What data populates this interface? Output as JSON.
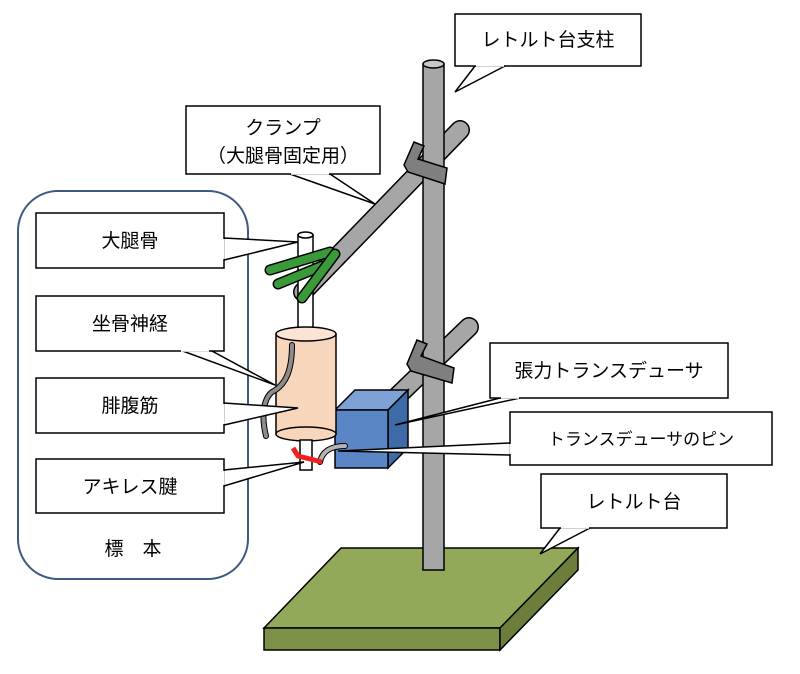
{
  "labels": {
    "stand_pole": "レトルト台支柱",
    "clamp_line1": "クランプ",
    "clamp_line2": "（大腿骨固定用）",
    "femur": "大腿骨",
    "sciatic_nerve": "坐骨神経",
    "gastrocnemius": "腓腹筋",
    "achilles": "アキレス腱",
    "specimen": "標　本",
    "transducer": "張力トランスデューサ",
    "transducer_pin": "トランスデューサのピン",
    "stand": "レトルト台"
  },
  "colors": {
    "pole": "#a6a6a6",
    "clamp_bracket": "#7f7f7f",
    "femur_clamp": "#3a9a3a",
    "muscle": "#f8d6bc",
    "transducer": "#5b86c5",
    "pin": "#ee2020",
    "base_top": "#93a95a",
    "base_side": "#7d9048",
    "specimen_border": "#3d5a80"
  }
}
